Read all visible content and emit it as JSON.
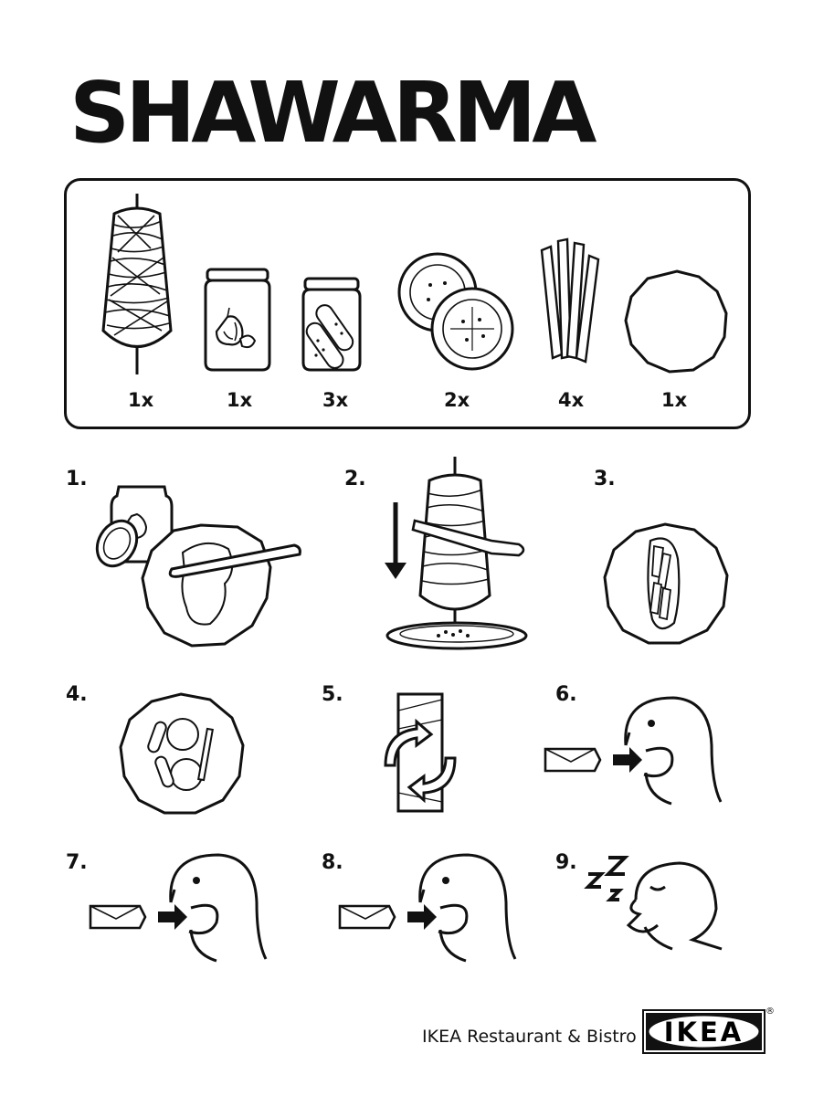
{
  "title": "SHAWARMA",
  "parts": [
    {
      "name": "meat-spit",
      "qty": "1x"
    },
    {
      "name": "garlic-jar",
      "qty": "1x"
    },
    {
      "name": "pickle-jar",
      "qty": "3x"
    },
    {
      "name": "tomato-slices",
      "qty": "2x"
    },
    {
      "name": "fries",
      "qty": "4x"
    },
    {
      "name": "pita-bread",
      "qty": "1x"
    }
  ],
  "steps": [
    {
      "number": "1."
    },
    {
      "number": "2."
    },
    {
      "number": "3."
    },
    {
      "number": "4."
    },
    {
      "number": "5."
    },
    {
      "number": "6."
    },
    {
      "number": "7."
    },
    {
      "number": "8."
    },
    {
      "number": "9."
    }
  ],
  "footer": {
    "text": "IKEA Restaurant & Bistro",
    "logo": "IKEA",
    "reg": "®"
  }
}
